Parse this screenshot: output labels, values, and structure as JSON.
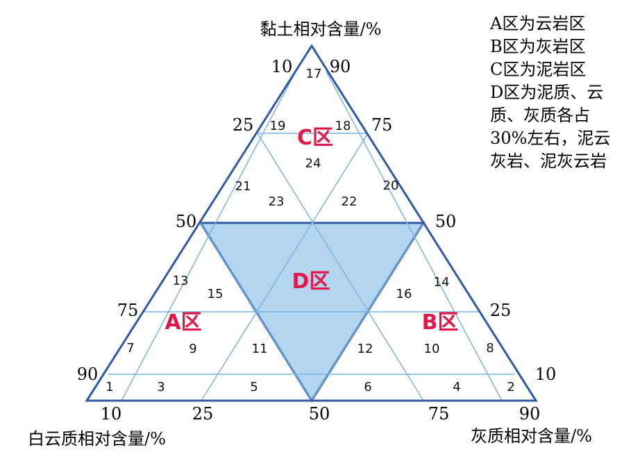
{
  "axes": {
    "top_label": "黏土相对含量/%",
    "left_label": "白云质相对含量/%",
    "right_label": "灰质相对含量/%"
  },
  "ticks": {
    "left_side": [
      "10",
      "25",
      "50",
      "75",
      "90"
    ],
    "right_side": [
      "90",
      "75",
      "50",
      "25",
      "10"
    ],
    "bottom": [
      "10",
      "25",
      "50",
      "75",
      "90"
    ]
  },
  "zones": [
    "1",
    "2",
    "3",
    "4",
    "5",
    "6",
    "7",
    "8",
    "9",
    "10",
    "11",
    "12",
    "13",
    "14",
    "15",
    "16",
    "17",
    "18",
    "19",
    "20",
    "21",
    "22",
    "23",
    "24"
  ],
  "regions": {
    "a": "A区",
    "b": "B区",
    "c": "C区",
    "d": "D区"
  },
  "legend": [
    "A区为云岩区",
    "B区为灰岩区",
    "C区为泥岩区",
    "D区为泥质、云质、灰质各占30%左右，泥云灰岩、泥灰云岩"
  ],
  "colors": {
    "outline": "#2e58a4",
    "inner_line": "#7ab4e0",
    "d_fill": "#b3d5f0",
    "region_text": "#e0194a"
  }
}
